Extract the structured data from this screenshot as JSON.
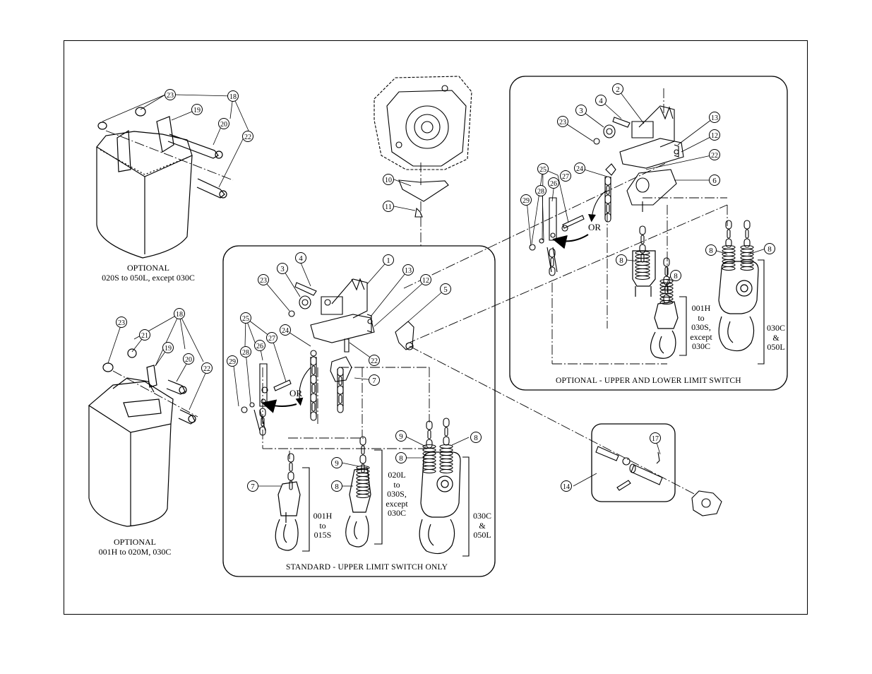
{
  "callouts": [
    {
      "id": "c23a",
      "n": "23"
    },
    {
      "id": "c18a",
      "n": "18"
    },
    {
      "id": "c19a",
      "n": "19"
    },
    {
      "id": "c20a",
      "n": "20"
    },
    {
      "id": "c22a",
      "n": "22"
    },
    {
      "id": "c18b",
      "n": "18"
    },
    {
      "id": "c23b",
      "n": "23"
    },
    {
      "id": "c21b",
      "n": "21"
    },
    {
      "id": "c19b",
      "n": "19"
    },
    {
      "id": "c20b",
      "n": "20"
    },
    {
      "id": "c22b",
      "n": "22"
    },
    {
      "id": "c10",
      "n": "10"
    },
    {
      "id": "c11",
      "n": "11"
    },
    {
      "id": "c4s",
      "n": "4"
    },
    {
      "id": "c1s",
      "n": "1"
    },
    {
      "id": "c3s",
      "n": "3"
    },
    {
      "id": "c13s",
      "n": "13"
    },
    {
      "id": "c23s",
      "n": "23"
    },
    {
      "id": "c12s",
      "n": "12"
    },
    {
      "id": "c5s",
      "n": "5"
    },
    {
      "id": "c25s",
      "n": "25"
    },
    {
      "id": "c27s",
      "n": "27"
    },
    {
      "id": "c24s",
      "n": "24"
    },
    {
      "id": "c28s",
      "n": "28"
    },
    {
      "id": "c26s",
      "n": "26"
    },
    {
      "id": "c29s",
      "n": "29"
    },
    {
      "id": "c22s",
      "n": "22"
    },
    {
      "id": "c7s",
      "n": "7"
    },
    {
      "id": "c9s1",
      "n": "9"
    },
    {
      "id": "c8s1",
      "n": "8"
    },
    {
      "id": "c8s2",
      "n": "8"
    },
    {
      "id": "c7s2",
      "n": "7"
    },
    {
      "id": "c9s2",
      "n": "9"
    },
    {
      "id": "c8s3",
      "n": "8"
    },
    {
      "id": "c2o",
      "n": "2"
    },
    {
      "id": "c4o",
      "n": "4"
    },
    {
      "id": "c3o",
      "n": "3"
    },
    {
      "id": "c23o",
      "n": "23"
    },
    {
      "id": "c13o",
      "n": "13"
    },
    {
      "id": "c12o",
      "n": "12"
    },
    {
      "id": "c22o",
      "n": "22"
    },
    {
      "id": "c25o",
      "n": "25"
    },
    {
      "id": "c27o",
      "n": "27"
    },
    {
      "id": "c24o",
      "n": "24"
    },
    {
      "id": "c28o",
      "n": "28"
    },
    {
      "id": "c26o",
      "n": "26"
    },
    {
      "id": "c6o",
      "n": "6"
    },
    {
      "id": "c29o",
      "n": "29"
    },
    {
      "id": "c8o1",
      "n": "8"
    },
    {
      "id": "c8o2",
      "n": "8"
    },
    {
      "id": "c8o3",
      "n": "8"
    },
    {
      "id": "c8o4",
      "n": "8"
    },
    {
      "id": "c17",
      "n": "17"
    },
    {
      "id": "c14",
      "n": "14"
    }
  ],
  "or_labels": {
    "standard": "OR",
    "optional": "OR"
  },
  "captions": {
    "bag_top_line1": "OPTIONAL",
    "bag_top_line2": "020S to 050L, except 030C",
    "bag_bottom_line1": "OPTIONAL",
    "bag_bottom_line2": "001H to 020M, 030C"
  },
  "panel_titles": {
    "standard": "STANDARD - UPPER LIMIT SWITCH ONLY",
    "optional": "OPTIONAL - UPPER AND LOWER LIMIT SWITCH"
  },
  "model_ranges": {
    "std_small": [
      "001H",
      "to",
      "015S"
    ],
    "std_mid": [
      "020L",
      "to",
      "030S,",
      "except",
      "030C"
    ],
    "std_large": [
      "030C",
      "&",
      "050L"
    ],
    "opt_mid": [
      "001H",
      "to",
      "030S,",
      "except",
      "030C"
    ],
    "opt_large": [
      "030C",
      "&",
      "050L"
    ]
  }
}
